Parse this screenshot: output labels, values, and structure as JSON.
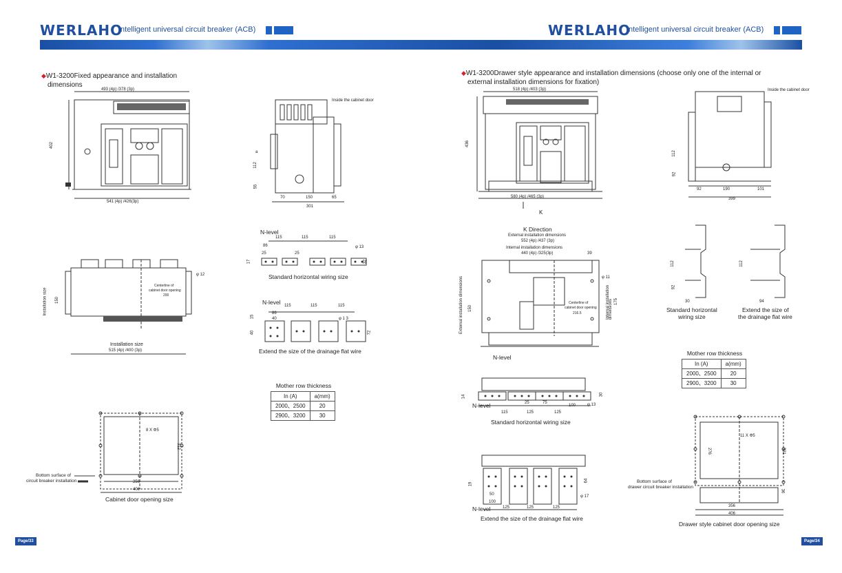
{
  "header_left": {
    "brand": "WERLAHO",
    "subtitle": "Intelligent universal circuit breaker  (ACB)"
  },
  "header_right": {
    "brand": "WERLAHO",
    "subtitle": "Intelligent universal circuit breaker  (ACB)"
  },
  "left": {
    "title_line1": "W1-3200Fixed appearance and installation",
    "title_line2": "dimensions",
    "front": {
      "top_dim": "493 (4p) /378 (3p)",
      "bottom_dim": "541 (4p) /426(3p)",
      "height": "402"
    },
    "side": {
      "note": "Inside the cabinet door",
      "d70": "70",
      "d150": "150",
      "d65": "65",
      "d301": "301",
      "d112": "112",
      "d55": "55",
      "da": "a"
    },
    "bottom": {
      "title": "Installation size",
      "dims": "515 (4p) /400 (3p)",
      "left_label": "Installation size",
      "d150": "150",
      "center_note": "Centerline of",
      "center_note2": "cabinet door opening",
      "d200": "200",
      "phi12": "φ 12"
    },
    "wiring_std": {
      "nlevel": "N-level",
      "d115a": "115",
      "d115b": "115",
      "d115c": "115",
      "d86": "86",
      "d25a": "25",
      "d25b": "25",
      "d17": "17",
      "d32": "32",
      "phi13": "φ 13",
      "caption": "Standard horizontal wiring size"
    },
    "wiring_ext": {
      "nlevel": "N-level",
      "d115a": "115",
      "d115b": "115",
      "d115c": "115",
      "d86": "86",
      "d40a": "40",
      "d40b": "40",
      "d15": "15",
      "d72": "72",
      "phi13": "φ 1 3",
      "caption": "Extend the size of the drainage flat wire"
    },
    "table": {
      "title": "Mother row thickness",
      "h1": "In  (A)",
      "h2": "a(mm)",
      "r1c1": "2000、2500",
      "r1c2": "20",
      "r2c1": "2900、3200",
      "r2c2": "30"
    },
    "door": {
      "holes": "8 X Φ5",
      "d356": "356",
      "d406": "406",
      "d312": "312",
      "bottom_label1": "Bottom surface of",
      "bottom_label2": "circuit breaker installation",
      "caption": "Cabinet door opening size"
    },
    "page": "Page/33"
  },
  "right": {
    "title_line1": "W1-3200Drawer style appearance and installation dimensions (choose only one of the internal or",
    "title_line2": "external installation dimensions for fixation)",
    "front": {
      "top_dim": "518 (4p) /403 (3p)",
      "bottom_dim": "580 (4p) /465 (3p)",
      "height": "436",
      "k": "K"
    },
    "side": {
      "note": "Inside the cabinet door",
      "d92a": "92",
      "d190": "190",
      "d101": "101",
      "d399": "399",
      "d112": "112",
      "d92b": "92"
    },
    "kdir": {
      "title": "K Direction",
      "ext": "External installation dimensions",
      "ext_dim": "552 (4p) /437 (3p)",
      "int": "Internal installation dimensions",
      "int_dim": "440 (4p) /325(3p)",
      "d39": "39",
      "phi11": "φ 11",
      "left_label": "External installation dimensions",
      "d150": "150",
      "right_label": "Internal installation",
      "right_label2": "dimensions",
      "d175": "175",
      "center1": "Centerline of",
      "center2": "cabinet door opening",
      "d2165": "216.5",
      "nlevel": "N-level"
    },
    "wiring_std": {
      "nlevel": "N-level",
      "d115": "115",
      "d125a": "125",
      "d125b": "125",
      "d25": "25",
      "d75": "75",
      "d100": "100",
      "d14": "14",
      "d30": "30",
      "phi13": "φ 13",
      "caption": "Standard horizontal wiring size"
    },
    "wiring_ext": {
      "nlevel": "N-level",
      "d125a": "125",
      "d125b": "125",
      "d125c": "125",
      "d100": "100",
      "d50": "50",
      "d19": "19",
      "d64": "64",
      "phi17": "φ 17",
      "caption": "Extend the size of the drainage flat wire"
    },
    "small_std": {
      "d30": "30",
      "d112": "112",
      "d92": "92",
      "caption1": "Standard horizontal",
      "caption2": "wiring size"
    },
    "small_ext": {
      "d94": "94",
      "d112": "112",
      "caption1": "Extend the size of",
      "caption2": "the drainage flat wire"
    },
    "table": {
      "title": "Mother row thickness",
      "h1": "In  (A)",
      "h2": "a(mm)",
      "r1c1": "2000、2500",
      "r1c2": "20",
      "r2c1": "2900、3200",
      "r2c2": "30"
    },
    "door": {
      "holes": "11 X Φ5",
      "d356": "356",
      "d406": "406",
      "d276": "276",
      "d331": "331",
      "d36": "36",
      "bottom_label1": "Bottom surface of",
      "bottom_label2": "drawer circuit breaker installation",
      "caption": "Drawer style cabinet door opening size"
    },
    "page": "Page/34"
  }
}
